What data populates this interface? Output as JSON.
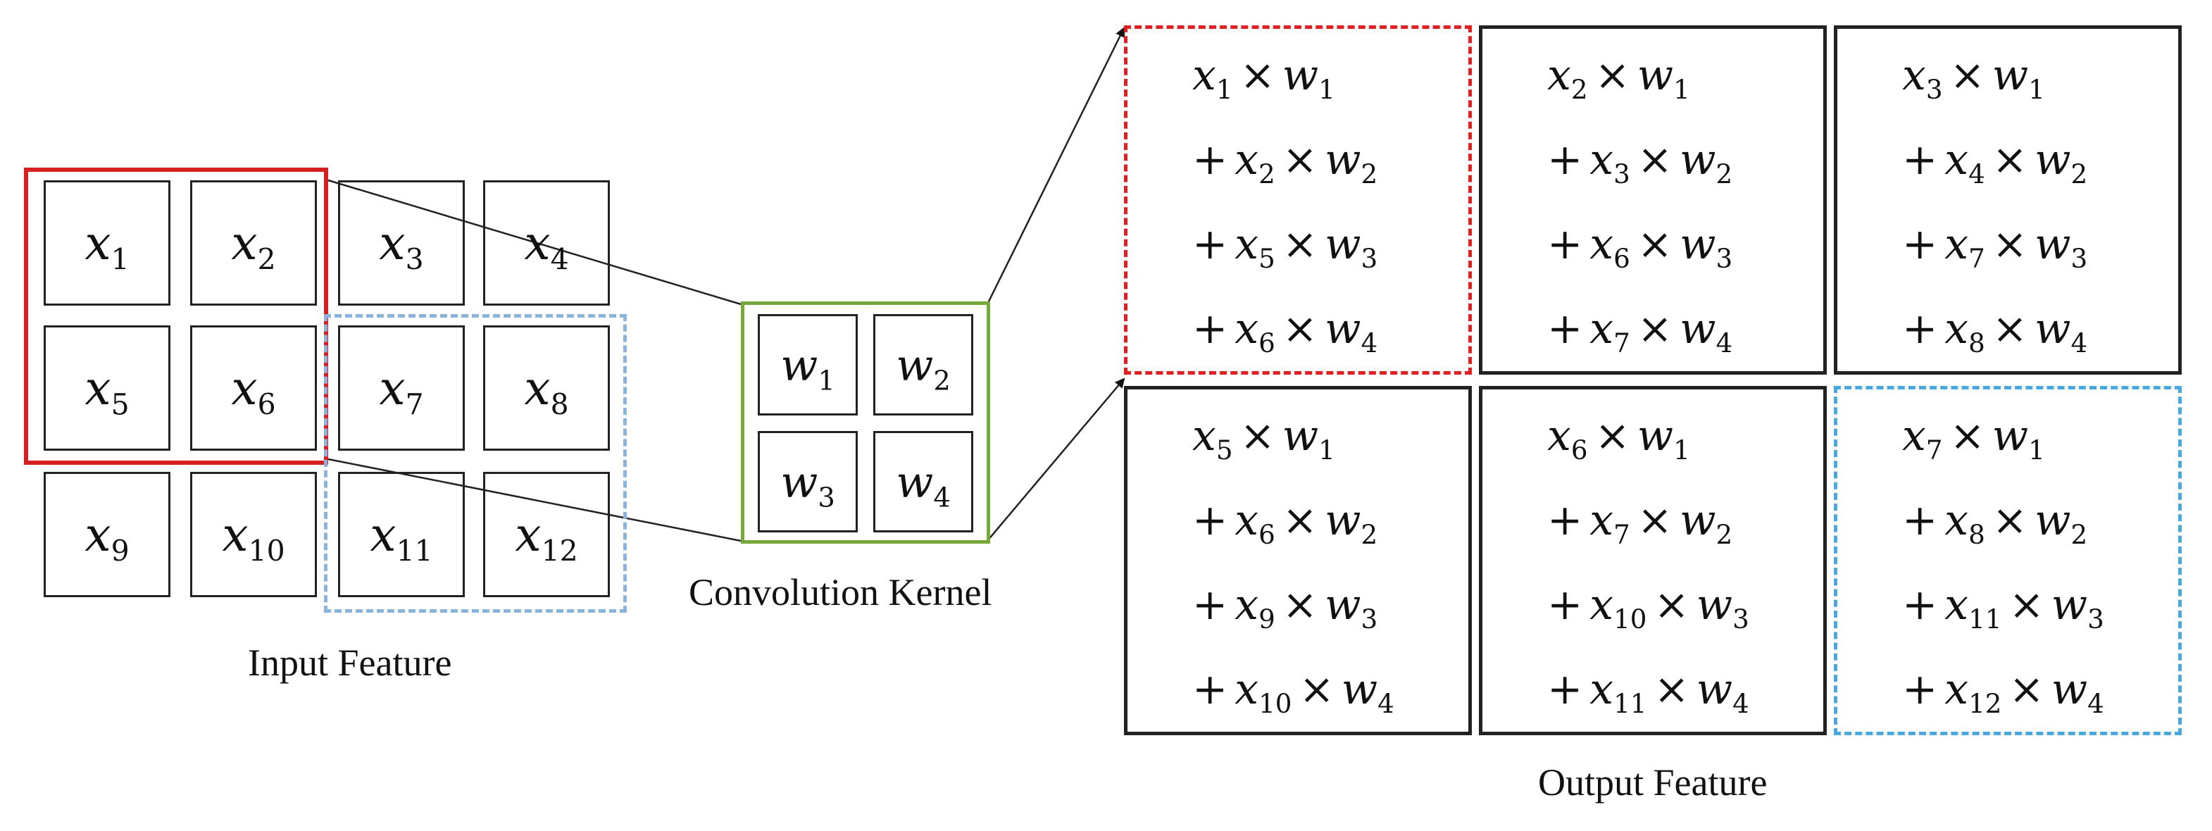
{
  "input_feature": {
    "caption": "Input Feature",
    "cells": [
      {
        "base": "x",
        "sub": "1"
      },
      {
        "base": "x",
        "sub": "2"
      },
      {
        "base": "x",
        "sub": "3"
      },
      {
        "base": "x",
        "sub": "4"
      },
      {
        "base": "x",
        "sub": "5"
      },
      {
        "base": "x",
        "sub": "6"
      },
      {
        "base": "x",
        "sub": "7"
      },
      {
        "base": "x",
        "sub": "8"
      },
      {
        "base": "x",
        "sub": "9"
      },
      {
        "base": "x",
        "sub": "10"
      },
      {
        "base": "x",
        "sub": "11"
      },
      {
        "base": "x",
        "sub": "12"
      }
    ]
  },
  "kernel": {
    "caption": "Convolution Kernel",
    "cells": [
      {
        "base": "w",
        "sub": "1"
      },
      {
        "base": "w",
        "sub": "2"
      },
      {
        "base": "w",
        "sub": "3"
      },
      {
        "base": "w",
        "sub": "4"
      }
    ]
  },
  "output_feature": {
    "caption": "Output Feature",
    "cells": [
      {
        "terms": [
          [
            "1",
            "1"
          ],
          [
            "2",
            "2"
          ],
          [
            "5",
            "3"
          ],
          [
            "6",
            "4"
          ]
        ]
      },
      {
        "terms": [
          [
            "2",
            "1"
          ],
          [
            "3",
            "2"
          ],
          [
            "6",
            "3"
          ],
          [
            "7",
            "4"
          ]
        ]
      },
      {
        "terms": [
          [
            "3",
            "1"
          ],
          [
            "4",
            "2"
          ],
          [
            "7",
            "3"
          ],
          [
            "8",
            "4"
          ]
        ]
      },
      {
        "terms": [
          [
            "5",
            "1"
          ],
          [
            "6",
            "2"
          ],
          [
            "9",
            "3"
          ],
          [
            "10",
            "4"
          ]
        ]
      },
      {
        "terms": [
          [
            "6",
            "1"
          ],
          [
            "7",
            "2"
          ],
          [
            "10",
            "3"
          ],
          [
            "11",
            "4"
          ]
        ]
      },
      {
        "terms": [
          [
            "7",
            "1"
          ],
          [
            "8",
            "2"
          ],
          [
            "11",
            "3"
          ],
          [
            "12",
            "4"
          ]
        ]
      }
    ]
  },
  "symbols": {
    "input_var": "x",
    "weight_var": "w",
    "times": "×",
    "plus": "+"
  },
  "colors": {
    "first_window": "#d42020",
    "last_window": "#8ab4dc",
    "kernel_frame": "#76a83a",
    "first_output": "#e02020",
    "last_output": "#4aa8de"
  }
}
